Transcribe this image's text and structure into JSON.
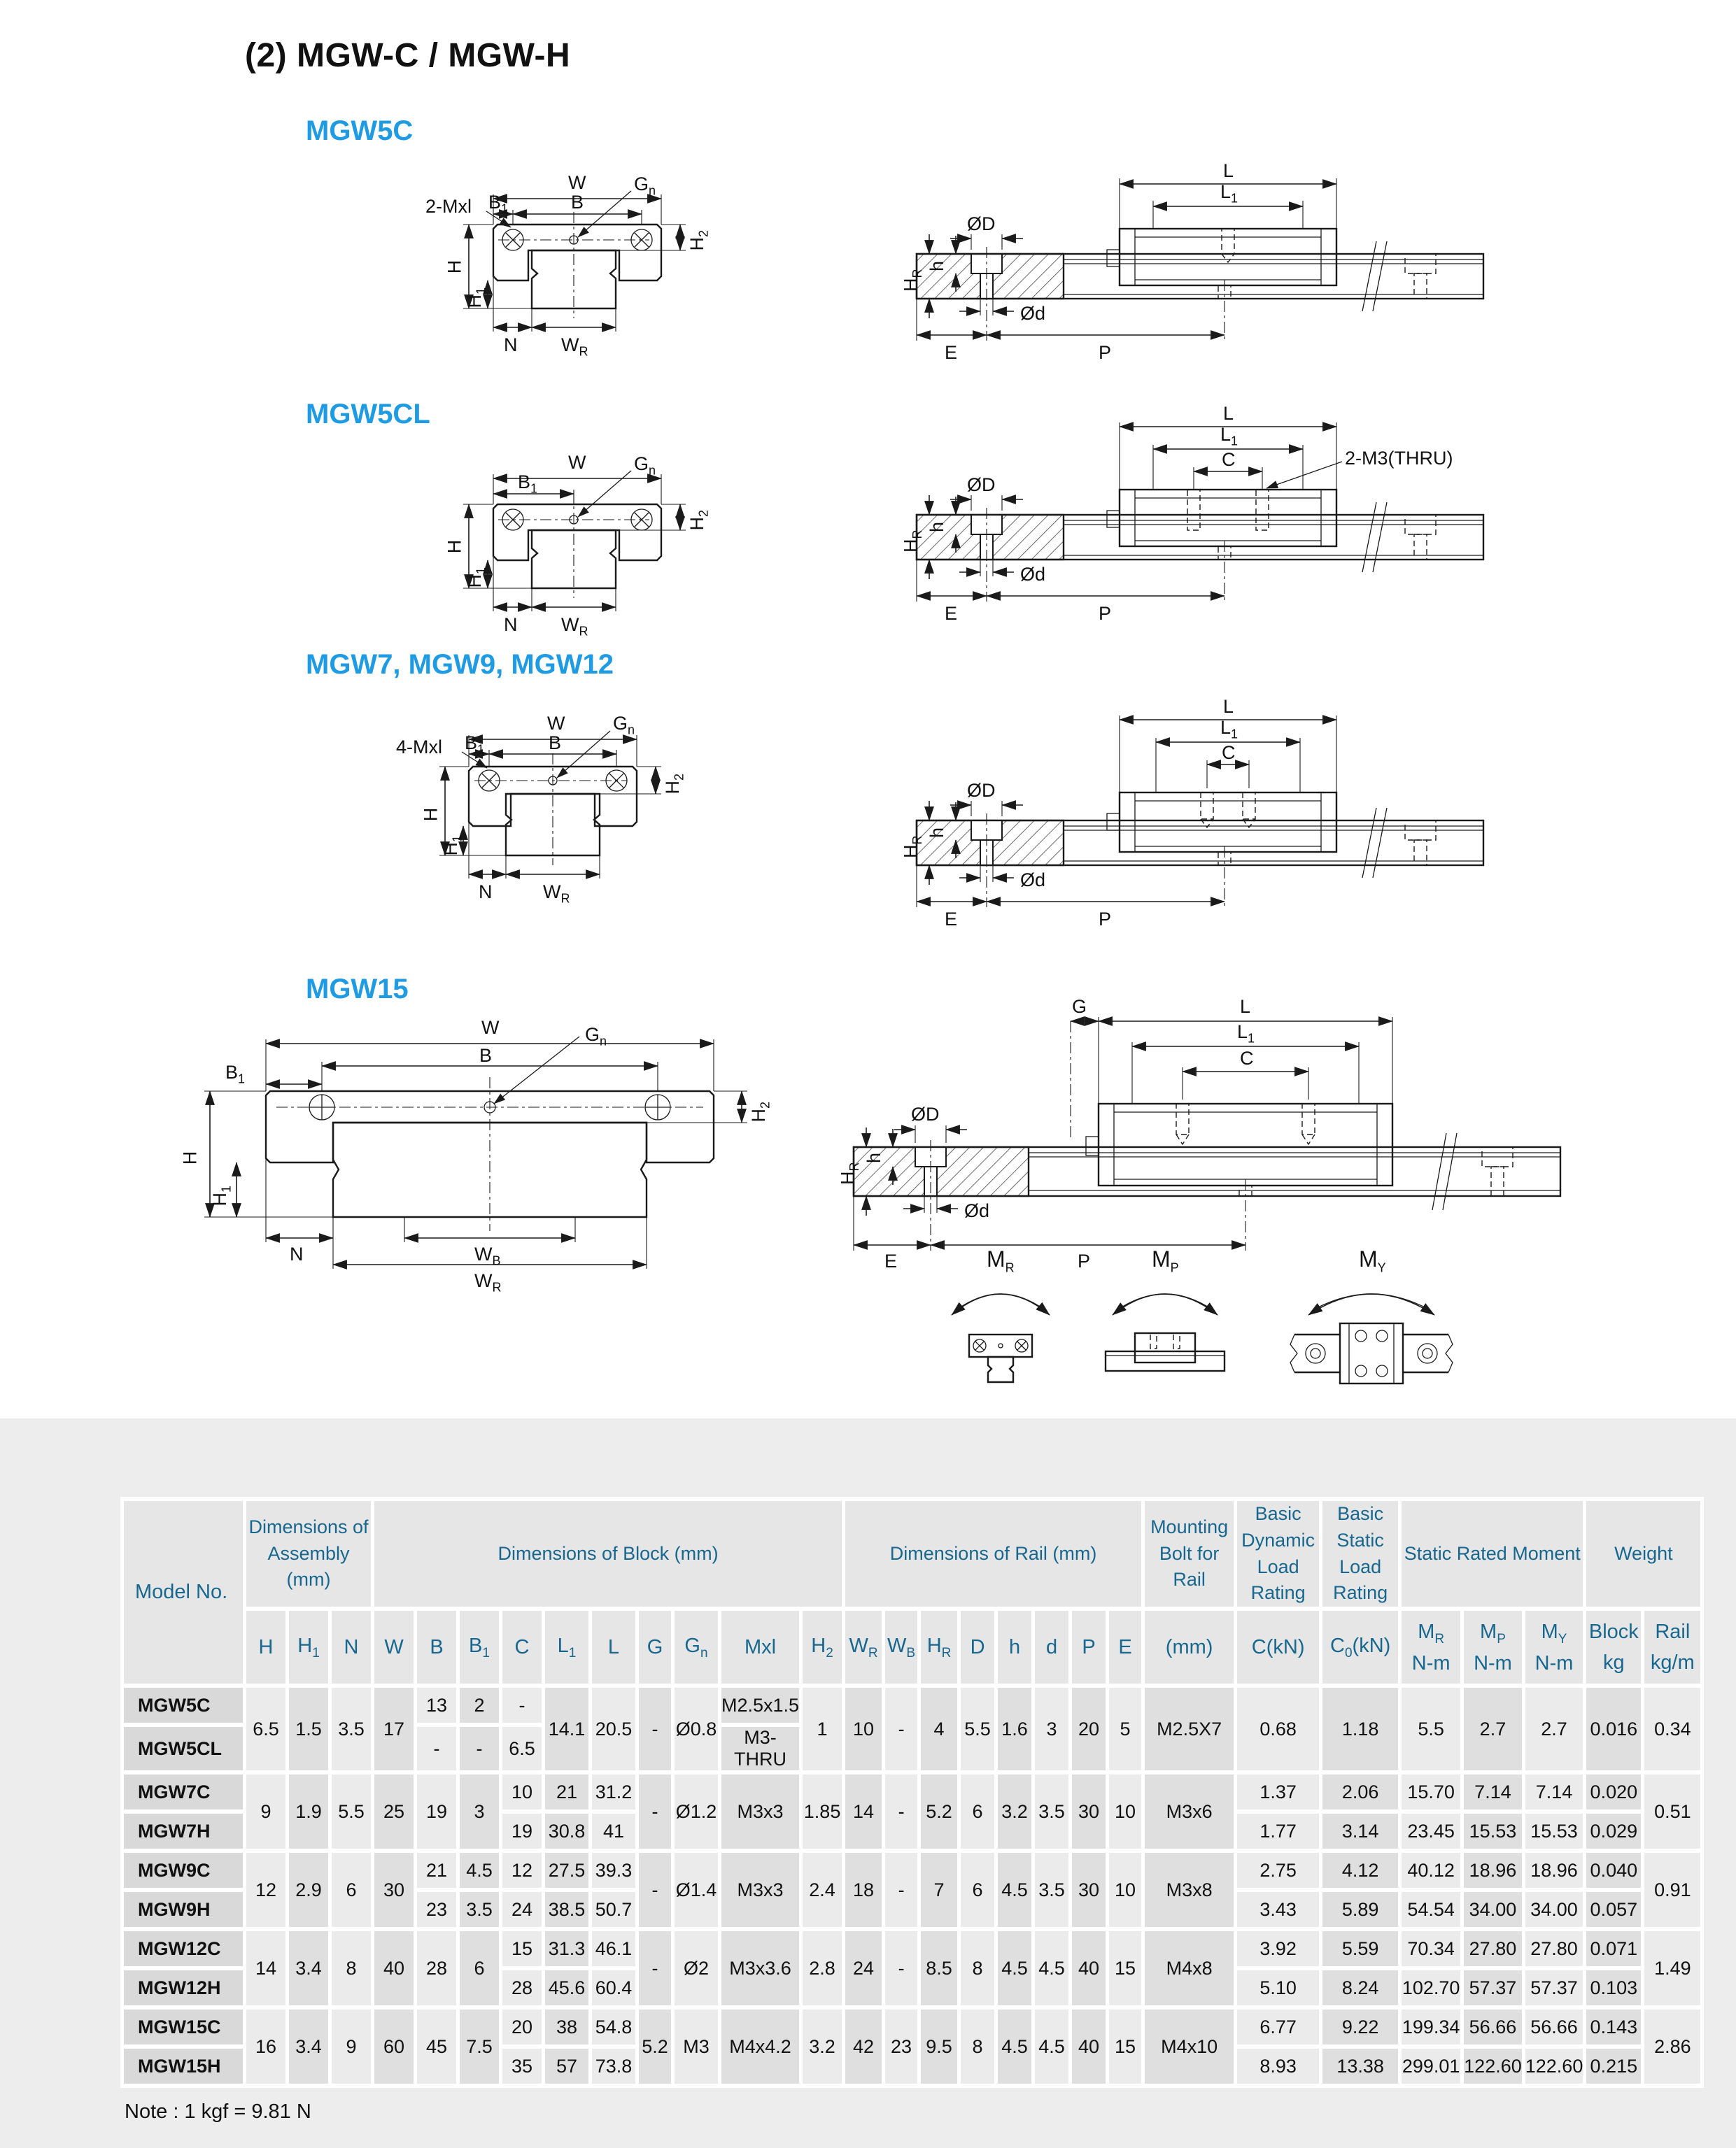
{
  "page": {
    "title": "(2) MGW-C / MGW-H",
    "note": "Note : 1 kgf = 9.81 N"
  },
  "sections": [
    {
      "id": "mgw5c",
      "title": "MGW5C",
      "front": {
        "w": "W",
        "b1": "B<sub>1</sub>",
        "b": "B",
        "gn": "G<sub>n</sub>",
        "mxl": "2-Mxl",
        "h": "H",
        "h1": "H<sub>1</sub>",
        "h2": "H<sub>2</sub>",
        "n": "N",
        "wr": "W<sub>R</sub>"
      },
      "side": {
        "l": "L",
        "l1": "L<sub>1</sub>",
        "dD": "ØD",
        "hr": "H<sub>R</sub>",
        "h": "h",
        "dd": "Ød",
        "e": "E",
        "p": "P"
      }
    },
    {
      "id": "mgw5cl",
      "title": "MGW5CL",
      "front": {
        "w": "W",
        "b1": "B<sub>1</sub>",
        "gn": "G<sub>n</sub>",
        "h": "H",
        "h1": "H<sub>1</sub>",
        "h2": "H<sub>2</sub>",
        "n": "N",
        "wr": "W<sub>R</sub>"
      },
      "side": {
        "l": "L",
        "l1": "L<sub>1</sub>",
        "c": "C",
        "thru": "2-M3(THRU)",
        "dD": "ØD",
        "hr": "H<sub>R</sub>",
        "h": "h",
        "dd": "Ød",
        "e": "E",
        "p": "P"
      }
    },
    {
      "id": "mgw7-9-12",
      "title": "MGW7, MGW9, MGW12",
      "front": {
        "w": "W",
        "b1": "B<sub>1</sub>",
        "b": "B",
        "gn": "G<sub>n</sub>",
        "mxl": "4-Mxl",
        "h": "H",
        "h1": "H<sub>1</sub>",
        "h2": "H<sub>2</sub>",
        "n": "N",
        "wr": "W<sub>R</sub>"
      },
      "side": {
        "l": "L",
        "l1": "L<sub>1</sub>",
        "c": "C",
        "dD": "ØD",
        "hr": "H<sub>R</sub>",
        "h": "h",
        "dd": "Ød",
        "e": "E",
        "p": "P"
      }
    },
    {
      "id": "mgw15",
      "title": "MGW15",
      "front": {
        "w": "W",
        "b": "B",
        "b1": "B<sub>1</sub>",
        "gn": "G<sub>n</sub>",
        "h": "H",
        "h1": "H<sub>1</sub>",
        "h2": "H<sub>2</sub>",
        "n": "N",
        "wb": "W<sub>B</sub>",
        "wr": "W<sub>R</sub>"
      },
      "side": {
        "g": "G",
        "l": "L",
        "l1": "L<sub>1</sub>",
        "c": "C",
        "dD": "ØD",
        "hr": "H<sub>R</sub>",
        "h": "h",
        "dd": "Ød",
        "e": "E",
        "p": "P"
      }
    }
  ],
  "moments": {
    "mr": "M<sub>R</sub>",
    "mp": "M<sub>P</sub>",
    "my": "M<sub>Y</sub>"
  },
  "table": {
    "head": {
      "model": "Model No.",
      "assembly": "Dimensions of Assembly (mm)",
      "block": "Dimensions of Block (mm)",
      "rail": "Dimensions of Rail (mm)",
      "bolt": "Mounting Bolt for Rail",
      "dyn": "Basic Dynamic Load Rating",
      "stat": "Basic Static Load Rating",
      "moment": "Static Rated Moment",
      "weight": "Weight"
    },
    "sub": {
      "h": "H",
      "h1": "H<sub>1</sub>",
      "n": "N",
      "w": "W",
      "b": "B",
      "b1": "B<sub>1</sub>",
      "c": "C",
      "l1": "L<sub>1</sub>",
      "l": "L",
      "g": "G",
      "gn": "G<sub>n</sub>",
      "mxl": "Mxl",
      "h2": "H<sub>2</sub>",
      "wr": "W<sub>R</sub>",
      "wb": "W<sub>B</sub>",
      "hr": "H<sub>R</sub>",
      "d": "D",
      "hs": "h",
      "ds": "d",
      "p": "P",
      "e": "E",
      "mm": "(mm)",
      "ckn": "C(kN)",
      "c0kn": "C<sub>0</sub>(kN)",
      "mr": "M<sub>R</sub>",
      "mp": "M<sub>P</sub>",
      "my": "M<sub>Y</sub>",
      "nm": "N-m",
      "blk": "Block",
      "kg": "kg",
      "rail": "Rail",
      "kgm": "kg/m"
    },
    "g1": {
      "h": "6.5",
      "h1": "1.5",
      "n": "3.5",
      "w": "17",
      "l1": "14.1",
      "l": "20.5",
      "g": "-",
      "gn": "Ø0.8",
      "h2": "1",
      "wr": "10",
      "wb": "-",
      "hr": "4",
      "d": "5.5",
      "hs": "1.6",
      "ds": "3",
      "p": "20",
      "e": "5",
      "bolt": "M2.5X7",
      "ckn": "0.68",
      "c0": "1.18",
      "mr": "5.5",
      "mp": "2.7",
      "my": "2.7",
      "blk": "0.016",
      "rail": "0.34",
      "rows": [
        {
          "model": "MGW5C",
          "b": "13",
          "b1": "2",
          "c": "-",
          "mxl": "M2.5x1.5"
        },
        {
          "model": "MGW5CL",
          "b": "-",
          "b1": "-",
          "c": "6.5",
          "mxl": "M3-THRU"
        }
      ]
    },
    "g2": {
      "h": "9",
      "h1": "1.9",
      "n": "5.5",
      "w": "25",
      "b": "19",
      "b1": "3",
      "g": "-",
      "gn": "Ø1.2",
      "mxl": "M3x3",
      "h2": "1.85",
      "wr": "14",
      "wb": "-",
      "hr": "5.2",
      "d": "6",
      "hs": "3.2",
      "ds": "3.5",
      "p": "30",
      "e": "10",
      "bolt": "M3x6",
      "rail": "0.51",
      "rows": [
        {
          "model": "MGW7C",
          "c": "10",
          "l1": "21",
          "l": "31.2",
          "ckn": "1.37",
          "c0": "2.06",
          "mr": "15.70",
          "mp": "7.14",
          "my": "7.14",
          "blk": "0.020"
        },
        {
          "model": "MGW7H",
          "c": "19",
          "l1": "30.8",
          "l": "41",
          "ckn": "1.77",
          "c0": "3.14",
          "mr": "23.45",
          "mp": "15.53",
          "my": "15.53",
          "blk": "0.029"
        }
      ]
    },
    "g3": {
      "h": "12",
      "h1": "2.9",
      "n": "6",
      "w": "30",
      "g": "-",
      "gn": "Ø1.4",
      "mxl": "M3x3",
      "h2": "2.4",
      "wr": "18",
      "wb": "-",
      "hr": "7",
      "d": "6",
      "hs": "4.5",
      "ds": "3.5",
      "p": "30",
      "e": "10",
      "bolt": "M3x8",
      "rail": "0.91",
      "rows": [
        {
          "model": "MGW9C",
          "b": "21",
          "b1": "4.5",
          "c": "12",
          "l1": "27.5",
          "l": "39.3",
          "ckn": "2.75",
          "c0": "4.12",
          "mr": "40.12",
          "mp": "18.96",
          "my": "18.96",
          "blk": "0.040"
        },
        {
          "model": "MGW9H",
          "b": "23",
          "b1": "3.5",
          "c": "24",
          "l1": "38.5",
          "l": "50.7",
          "ckn": "3.43",
          "c0": "5.89",
          "mr": "54.54",
          "mp": "34.00",
          "my": "34.00",
          "blk": "0.057"
        }
      ]
    },
    "g4": {
      "h": "14",
      "h1": "3.4",
      "n": "8",
      "w": "40",
      "b": "28",
      "b1": "6",
      "g": "-",
      "gn": "Ø2",
      "mxl": "M3x3.6",
      "h2": "2.8",
      "wr": "24",
      "wb": "-",
      "hr": "8.5",
      "d": "8",
      "hs": "4.5",
      "ds": "4.5",
      "p": "40",
      "e": "15",
      "bolt": "M4x8",
      "rail": "1.49",
      "rows": [
        {
          "model": "MGW12C",
          "c": "15",
          "l1": "31.3",
          "l": "46.1",
          "ckn": "3.92",
          "c0": "5.59",
          "mr": "70.34",
          "mp": "27.80",
          "my": "27.80",
          "blk": "0.071"
        },
        {
          "model": "MGW12H",
          "c": "28",
          "l1": "45.6",
          "l": "60.4",
          "ckn": "5.10",
          "c0": "8.24",
          "mr": "102.70",
          "mp": "57.37",
          "my": "57.37",
          "blk": "0.103"
        }
      ]
    },
    "g5": {
      "h": "16",
      "h1": "3.4",
      "n": "9",
      "w": "60",
      "b": "45",
      "b1": "7.5",
      "g": "5.2",
      "gn": "M3",
      "mxl": "M4x4.2",
      "h2": "3.2",
      "wr": "42",
      "wb": "23",
      "hr": "9.5",
      "d": "8",
      "hs": "4.5",
      "ds": "4.5",
      "p": "40",
      "e": "15",
      "bolt": "M4x10",
      "rail": "2.86",
      "rows": [
        {
          "model": "MGW15C",
          "c": "20",
          "l1": "38",
          "l": "54.8",
          "ckn": "6.77",
          "c0": "9.22",
          "mr": "199.34",
          "mp": "56.66",
          "my": "56.66",
          "blk": "0.143"
        },
        {
          "model": "MGW15H",
          "c": "35",
          "l1": "57",
          "l": "73.8",
          "ckn": "8.93",
          "c0": "13.38",
          "mr": "299.01",
          "mp": "122.60",
          "my": "122.60",
          "blk": "0.215"
        }
      ]
    }
  }
}
